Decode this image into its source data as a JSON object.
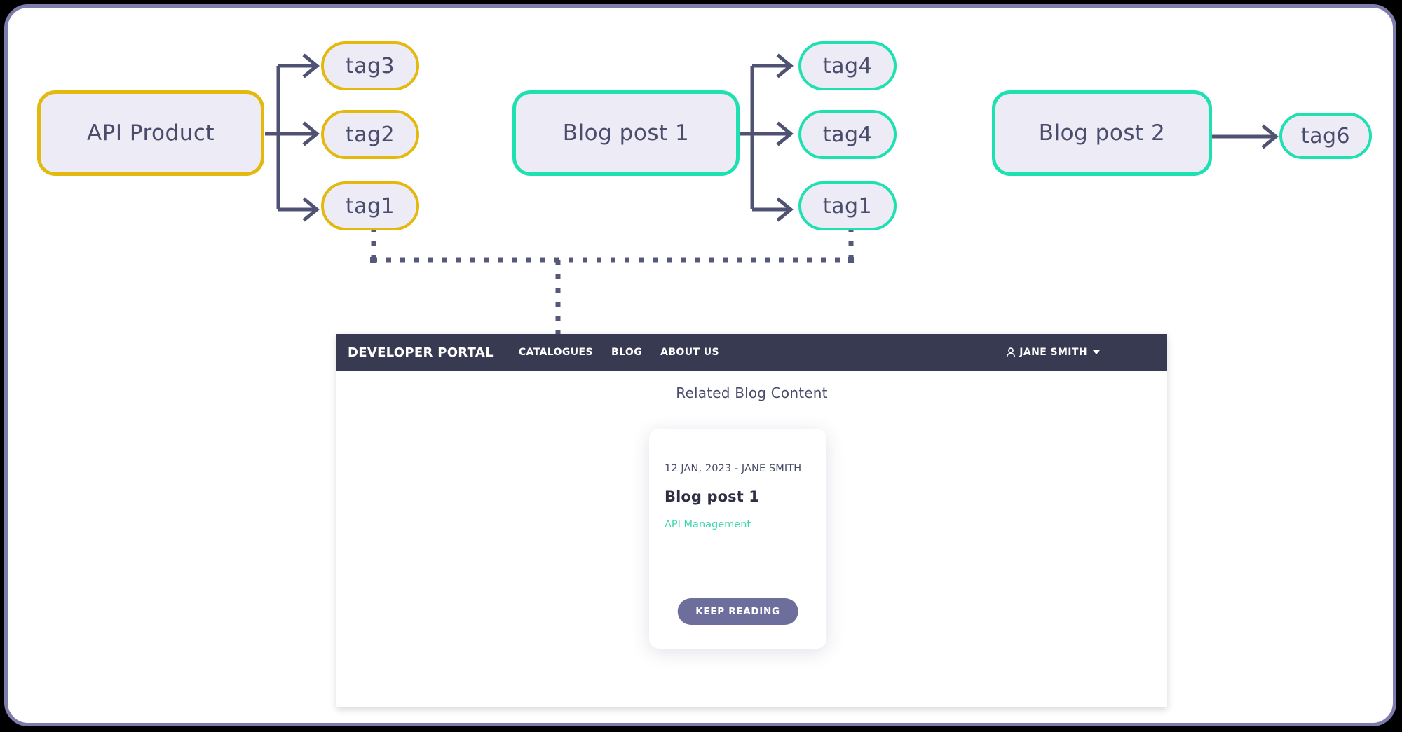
{
  "frame": {
    "accent_border": "#7e7cad"
  },
  "diagram": {
    "colors": {
      "yellow": "#e2b90c",
      "teal": "#1fe0b0",
      "node_fill": "#ecebf6",
      "connector": "#4f5273",
      "text": "#4a4c6b"
    },
    "groups": [
      {
        "source": {
          "label": "API Product",
          "accent": "yellow"
        },
        "tags": [
          {
            "label": "tag3",
            "accent": "yellow"
          },
          {
            "label": "tag2",
            "accent": "yellow"
          },
          {
            "label": "tag1",
            "accent": "yellow"
          }
        ]
      },
      {
        "source": {
          "label": "Blog post 1",
          "accent": "teal"
        },
        "tags": [
          {
            "label": "tag4",
            "accent": "teal"
          },
          {
            "label": "tag4",
            "accent": "teal"
          },
          {
            "label": "tag1",
            "accent": "teal"
          }
        ]
      },
      {
        "source": {
          "label": "Blog post 2",
          "accent": "teal"
        },
        "tags": [
          {
            "label": "tag6",
            "accent": "teal"
          }
        ]
      }
    ]
  },
  "portal": {
    "brand": "DEVELOPER PORTAL",
    "nav": [
      {
        "label": "CATALOGUES"
      },
      {
        "label": "BLOG"
      },
      {
        "label": "ABOUT US"
      }
    ],
    "user": {
      "name": "JANE SMITH",
      "icon": "person-icon",
      "caret": "chevron-down-icon"
    },
    "content": {
      "section_title": "Related Blog Content",
      "card": {
        "meta": "12 JAN, 2023 - JANE SMITH",
        "title": "Blog post 1",
        "tag": "API Management",
        "tag_color": "#3fd6ac",
        "button_label": "KEEP READING",
        "button_color": "#6e6e9c"
      }
    },
    "navbar_color": "#383a52"
  }
}
